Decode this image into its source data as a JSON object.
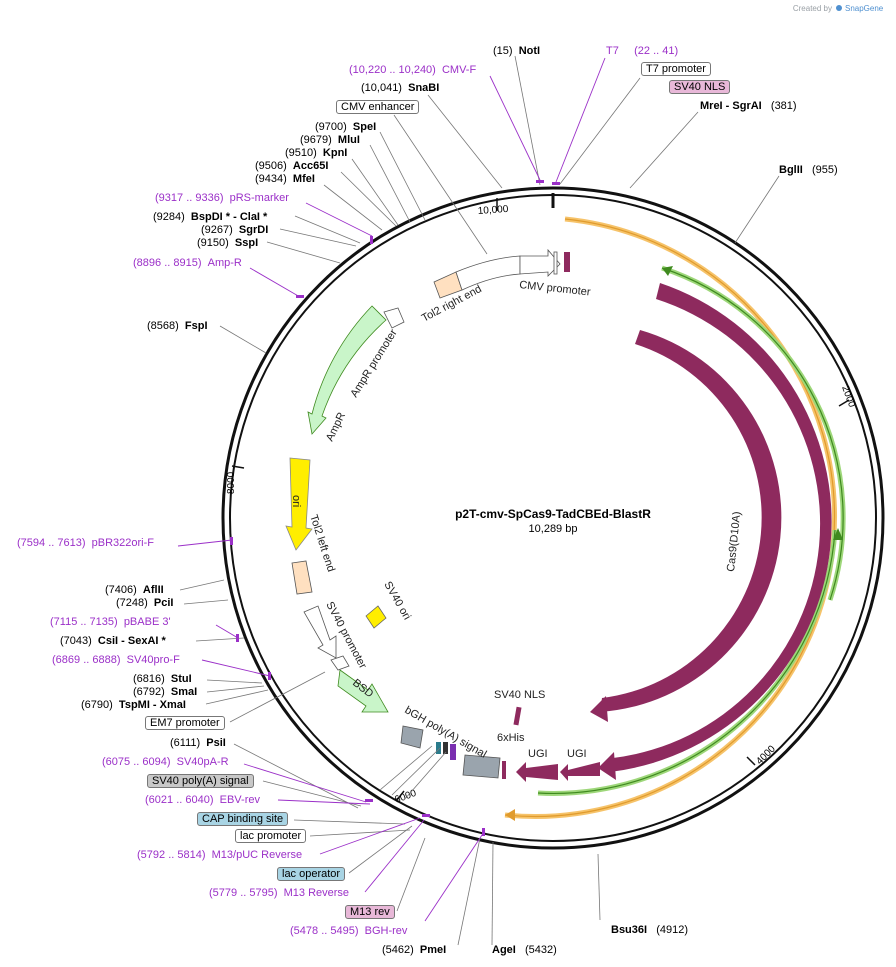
{
  "credit": {
    "prefix": "Created by",
    "brand": "SnapGene"
  },
  "plasmid": {
    "name": "p2T-cmv-SpCas9-TadCBEd-BlastR",
    "size": "10,289 bp"
  },
  "ticks": [
    "10,000",
    "2000",
    "4000",
    "6000",
    "8000"
  ],
  "sites_top": [
    {
      "pos": "(15)",
      "name": "NotI"
    },
    {
      "pos": "(10,041)",
      "name": "SnaBI"
    },
    {
      "pos": "(9700)",
      "name": "SpeI"
    },
    {
      "pos": "(9679)",
      "name": "MluI"
    },
    {
      "pos": "(9510)",
      "name": "KpnI"
    },
    {
      "pos": "(9506)",
      "name": "Acc65I"
    },
    {
      "pos": "(9434)",
      "name": "MfeI"
    },
    {
      "pos": "(9284)",
      "name": "BspDI * - ClaI *"
    },
    {
      "pos": "(9267)",
      "name": "SgrDI"
    },
    {
      "pos": "(9150)",
      "name": "SspI"
    },
    {
      "pos": "(8568)",
      "name": "FspI"
    }
  ],
  "sites_left": [
    {
      "pos": "(7406)",
      "name": "AflII"
    },
    {
      "pos": "(7248)",
      "name": "PciI"
    },
    {
      "pos": "(7043)",
      "name": "CsiI  - SexAI *"
    },
    {
      "pos": "(6816)",
      "name": "StuI"
    },
    {
      "pos": "(6792)",
      "name": "SmaI"
    },
    {
      "pos": "(6790)",
      "name": "TspMI  - XmaI"
    },
    {
      "pos": "(6111)",
      "name": "PsiI"
    },
    {
      "pos": "(5462)",
      "name": "PmeI"
    },
    {
      "pos": "(5432)",
      "name": "AgeI"
    }
  ],
  "sites_right": [
    {
      "name": "MreI  - SgrAI",
      "pos": "(381)"
    },
    {
      "name": "BglII",
      "pos": "(955)"
    },
    {
      "name": "Bsu36I",
      "pos": "(4912)"
    }
  ],
  "primers": [
    {
      "range": "(10,220 .. 10,240)",
      "name": "CMV-F"
    },
    {
      "range": "T7",
      "name": "(22 .. 41)"
    },
    {
      "range": "(9317 .. 9336)",
      "name": "pRS-marker"
    },
    {
      "range": "(8896 .. 8915)",
      "name": "Amp-R"
    },
    {
      "range": "(7594 .. 7613)",
      "name": "pBR322ori-F"
    },
    {
      "range": "(7115 .. 7135)",
      "name": "pBABE 3'"
    },
    {
      "range": "(6869 .. 6888)",
      "name": "SV40pro-F"
    },
    {
      "range": "(6075 .. 6094)",
      "name": "SV40pA-R"
    },
    {
      "range": "(6021 .. 6040)",
      "name": "EBV-rev"
    },
    {
      "range": "(5792 .. 5814)",
      "name": "M13/pUC Reverse"
    },
    {
      "range": "(5779 .. 5795)",
      "name": "M13 Reverse"
    },
    {
      "range": "(5478 .. 5495)",
      "name": "BGH-rev"
    }
  ],
  "boxes": {
    "t7_promoter": "T7 promoter",
    "sv40_nls_top": "SV40 NLS",
    "cmv_enhancer": "CMV enhancer",
    "em7_promoter": "EM7 promoter",
    "sv40_polya": "SV40 poly(A) signal",
    "cap_site": "CAP binding site",
    "lac_promoter": "lac promoter",
    "lac_operator": "lac operator",
    "m13_rev": "M13 rev"
  },
  "features": {
    "cmv_promoter": "CMV promoter",
    "tol2_right": "Tol2 right end",
    "ampr_promoter": "AmpR promoter",
    "ampr": "AmpR",
    "ori": "ori",
    "tol2_left": "Tol2 left end",
    "sv40_ori": "SV40 ori",
    "sv40_promoter": "SV40 promoter",
    "bsd": "BSD",
    "bgh_polya": "bGH poly(A) signal",
    "sv40_nls": "SV40 NLS",
    "his6": "6xHis",
    "ugi1": "UGI",
    "ugi2": "UGI",
    "cas9_d10a": "Cas9(D10A)",
    "cas9": "Cas9"
  },
  "colors": {
    "backbone": "#111111",
    "cas9": "#8e2a5e",
    "orange_band": "#f0b04a",
    "green_band": "#5aa02c",
    "primer": "#9b30c8",
    "ampr": "#c9f5c9",
    "ori": "#ffee00",
    "tol2": "#ffe0c0",
    "grey_feature": "#9aa4ad",
    "teal_box": "#a8d4e4",
    "pink_box": "#e8b8d8",
    "grey_box": "#c8c8c8"
  }
}
